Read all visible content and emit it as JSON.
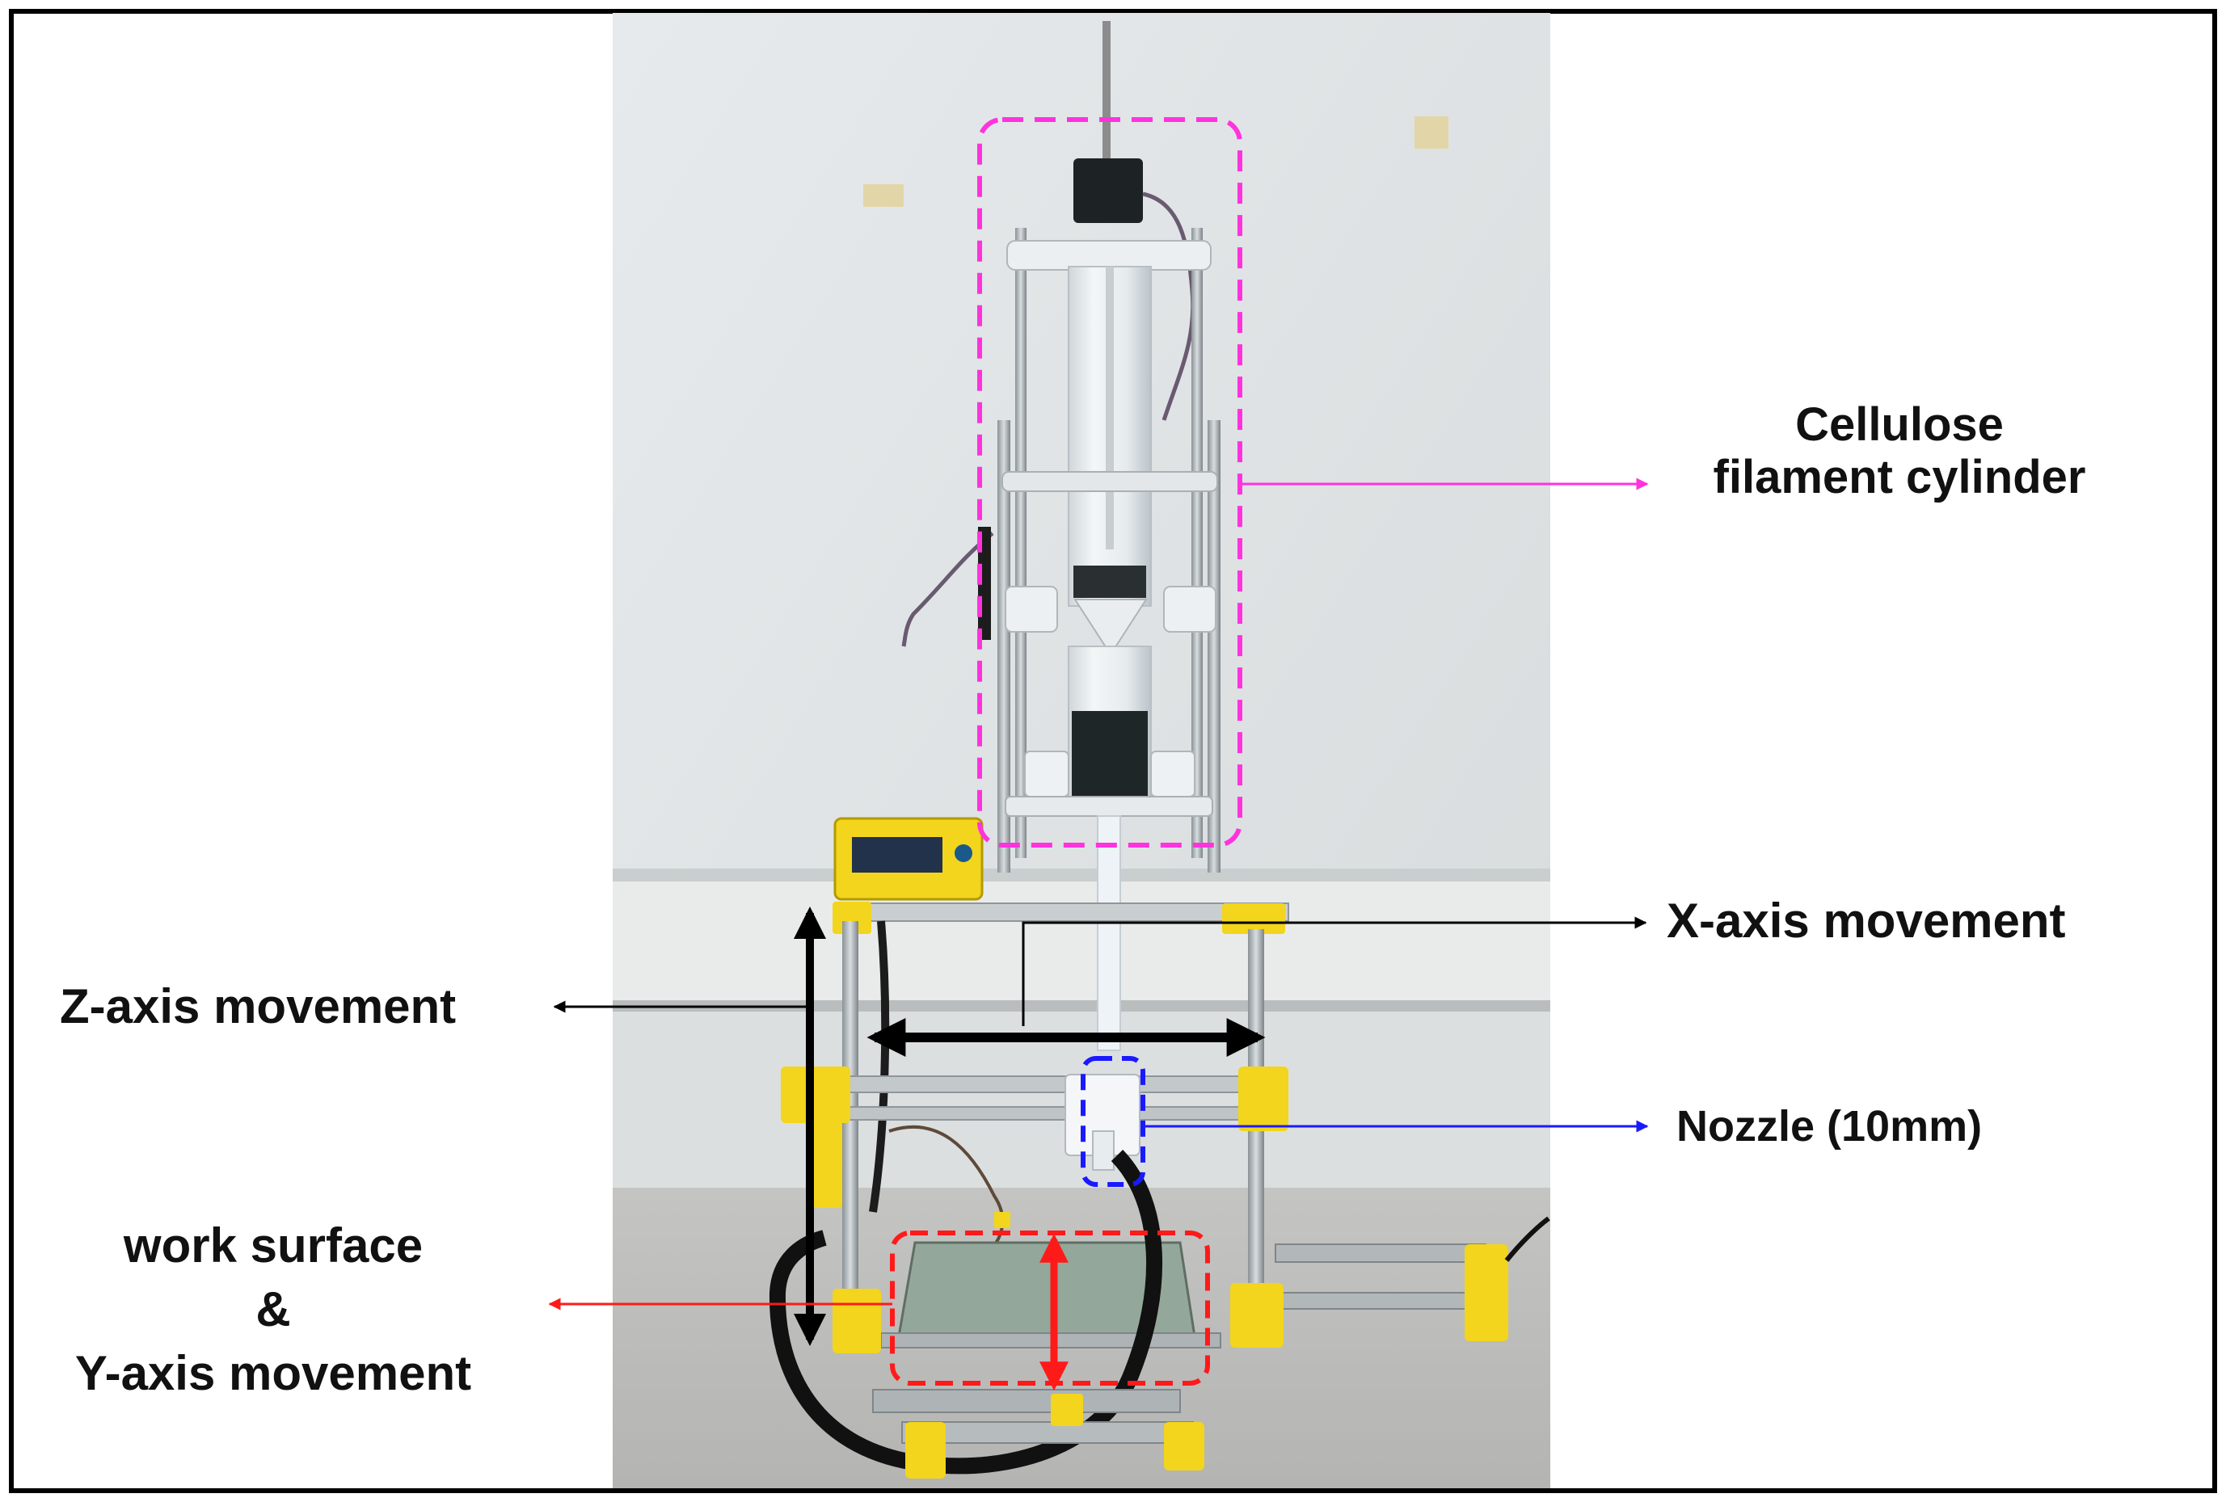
{
  "labels": {
    "cylinder_line1": "Cellulose",
    "cylinder_line2": "filament cylinder",
    "x_axis": "X-axis movement",
    "z_axis": "Z-axis movement",
    "nozzle": "Nozzle (10mm)",
    "work_line1": "work surface",
    "work_line2": "&",
    "work_line3": "Y-axis movement"
  },
  "colors": {
    "cylinder_callout": "#ff33dd",
    "x_axis_callout": "#000000",
    "z_axis_callout": "#000000",
    "nozzle_callout": "#1a1aff",
    "work_callout": "#ff1a1a",
    "printer_frame": "#f2d51c"
  }
}
